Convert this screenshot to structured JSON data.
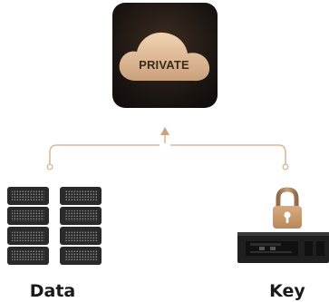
{
  "cloud": {
    "badge_text": "PRIVATE",
    "icon": "private-cloud-icon"
  },
  "left": {
    "label": "Data",
    "icon": "server-rack-icon"
  },
  "right": {
    "label": "Key",
    "icon": "padlock-icon"
  },
  "colors": {
    "app_tile_dark": "#1c1612",
    "cloud_fill": "#e0bc98",
    "connector": "#d9b99a",
    "server_body": "#2a2a2a",
    "lock_body": "#c99a6e",
    "label_text": "#1a1a1a"
  }
}
